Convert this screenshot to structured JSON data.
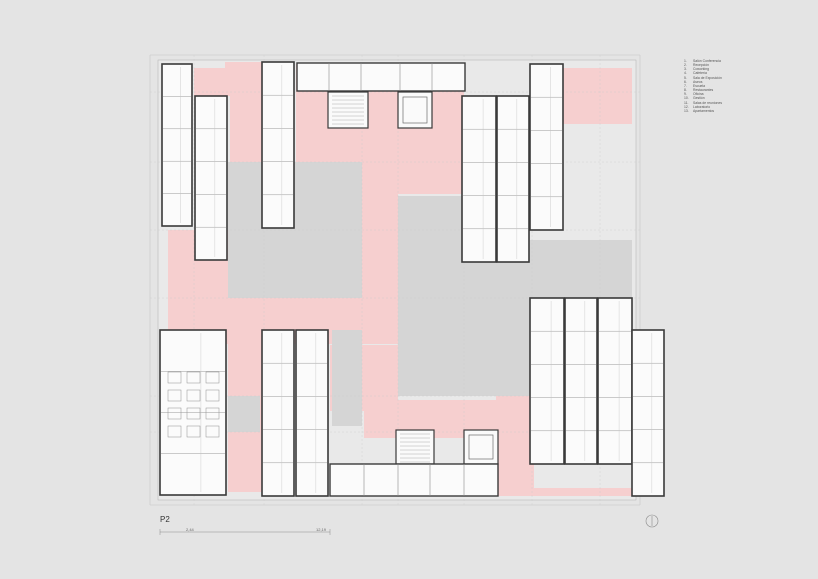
{
  "drawing": {
    "level_label": "P2",
    "dimension_left": "2,44",
    "dimension_right": "12,19"
  },
  "legend": [
    {
      "num": "1.",
      "label": "Salón Conferencia"
    },
    {
      "num": "2.",
      "label": "Recepción"
    },
    {
      "num": "3.",
      "label": "Coworking"
    },
    {
      "num": "4.",
      "label": "Cafetería"
    },
    {
      "num": "5.",
      "label": "Sala de Exposición"
    },
    {
      "num": "6.",
      "label": "Aseos"
    },
    {
      "num": "7.",
      "label": "Escuela"
    },
    {
      "num": "8.",
      "label": "Restaurantes"
    },
    {
      "num": "9.",
      "label": "Oficina"
    },
    {
      "num": "10.",
      "label": "Gestión"
    },
    {
      "num": "11.",
      "label": "Salas de reuniones"
    },
    {
      "num": "12.",
      "label": "Laboratorio"
    },
    {
      "num": "13.",
      "label": "Apartamentos"
    }
  ],
  "colors": {
    "background": "#e4e4e4",
    "circulation": "#f6cfcf",
    "courtyard": "#d5d5d5",
    "room_fill": "#fbfbfb",
    "wall": "#3a3a3a"
  }
}
